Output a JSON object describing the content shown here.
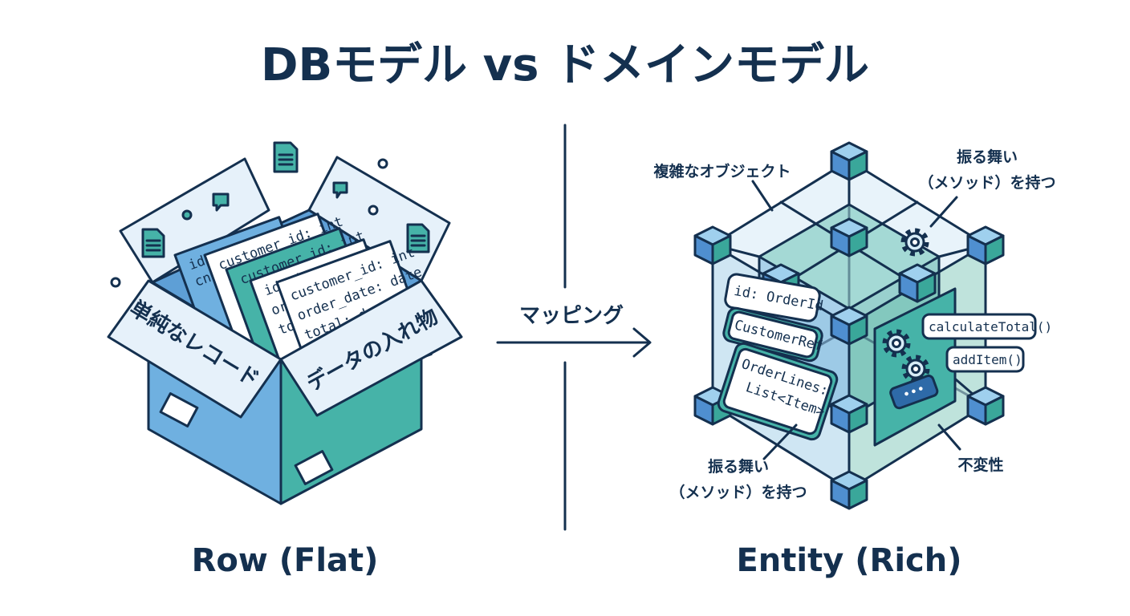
{
  "title": "DBモデル vs ドメインモデル",
  "arrow": {
    "label": "マッピング"
  },
  "left": {
    "caption": "Row (Flat)",
    "flap_left": "単純なレコード",
    "flap_right": "データの入れ物",
    "cards": [
      [
        "id: int",
        "cn"
      ],
      [
        "customer_id: int",
        "",
        ""
      ],
      [
        "customer_id: int",
        "",
        ""
      ],
      [
        "id: int",
        "ord",
        "tot"
      ],
      [
        "customer_id: int",
        "order_date: date",
        "total: decimal"
      ]
    ],
    "icons": [
      "document-icon",
      "speech-bubble-icon",
      "list-document-icon"
    ]
  },
  "right": {
    "caption": "Entity (Rich)",
    "callouts": {
      "complex": "複雑なオブジェクト",
      "behavior_top_1": "振る舞い",
      "behavior_top_2": "（メソッド）を持つ",
      "behavior_bottom_1": "振る舞い",
      "behavior_bottom_2": "（メソッド）を持つ",
      "immutable": "不変性"
    },
    "properties": [
      "id: OrderId",
      "CustomerRef",
      "OrderLines:",
      "List<Item>"
    ],
    "methods": [
      "calculateTotal()",
      "addItem()"
    ],
    "more": "•••"
  },
  "colors": {
    "ink": "#14304f",
    "blue": "#6fb0e0",
    "teal": "#46b3a8",
    "pale": "#e6f1fa",
    "cube_blue": "#4f8fd0",
    "cube_teal": "#3aa79a"
  }
}
